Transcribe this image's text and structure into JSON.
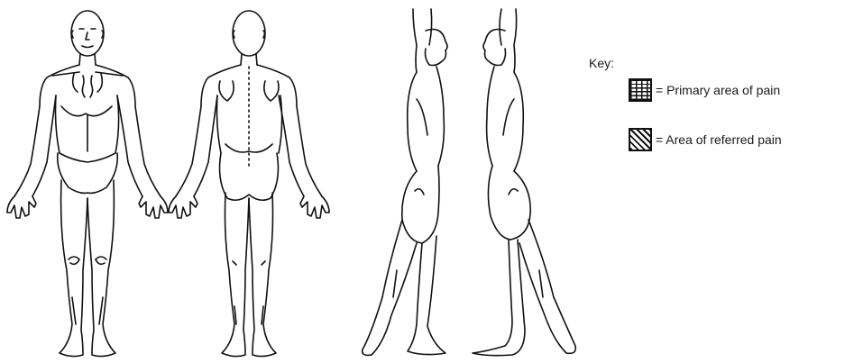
{
  "key": {
    "title": "Key:",
    "items": [
      {
        "label": "= Primary area of pain",
        "pattern": "grid"
      },
      {
        "label": "= Area of referred pain",
        "pattern": "diagonal-hatch"
      }
    ]
  },
  "figures": [
    {
      "view": "front"
    },
    {
      "view": "back"
    },
    {
      "view": "right-side"
    },
    {
      "view": "left-side"
    }
  ],
  "colors": {
    "line": "#111111",
    "background": "#ffffff"
  }
}
